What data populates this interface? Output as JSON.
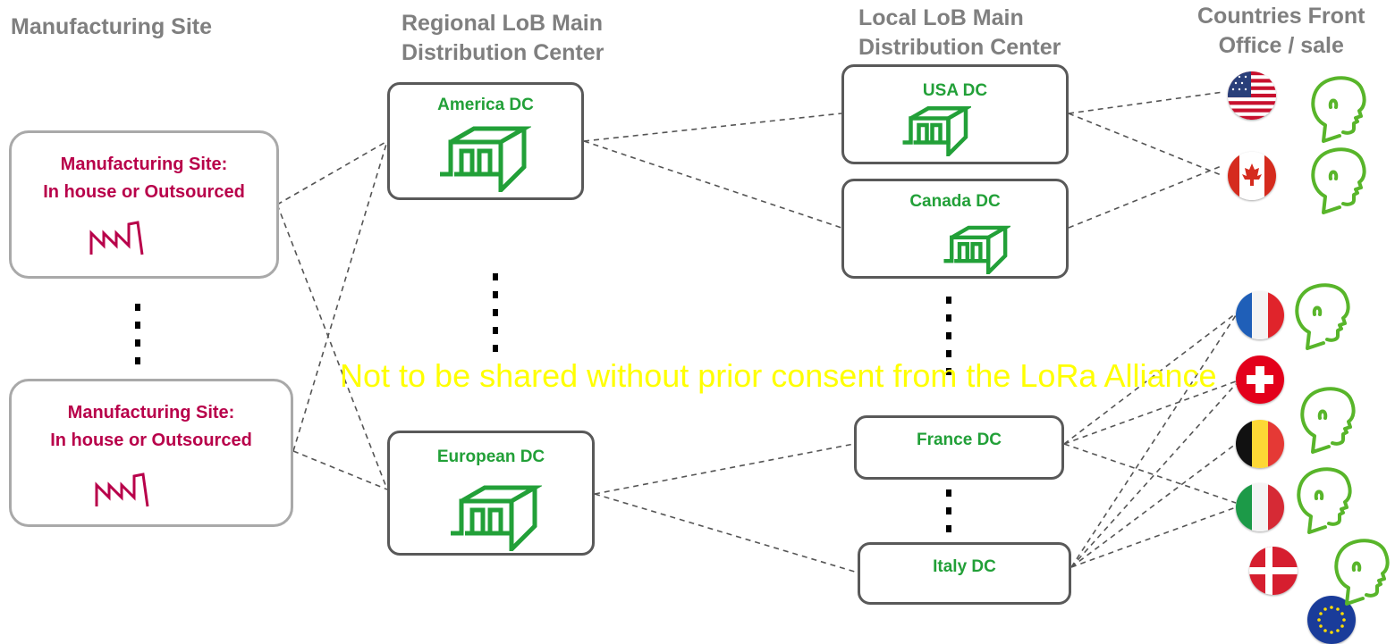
{
  "columns": {
    "manufacturing": "Manufacturing Site",
    "regional": "Regional LoB Main\nDistribution Center",
    "local": "Local LoB Main\nDistribution Center",
    "countries": "Countries Front\nOffice / sale"
  },
  "manufacturing_sites": [
    {
      "label": "Manufacturing Site:\nIn house or Outsourced"
    },
    {
      "label": "Manufacturing Site:\nIn house or Outsourced"
    }
  ],
  "regional_dcs": [
    {
      "label": "America DC"
    },
    {
      "label": "European DC"
    }
  ],
  "local_dcs": [
    {
      "label": "USA DC"
    },
    {
      "label": "Canada DC"
    },
    {
      "label": "France DC"
    },
    {
      "label": "Italy DC"
    }
  ],
  "countries": [
    "USA",
    "Canada",
    "France",
    "Switzerland",
    "Belgium",
    "Italy",
    "Denmark",
    "European Union"
  ],
  "icons": {
    "factory": "factory-icon",
    "warehouse": "warehouse-icon",
    "customer": "customer-head-icon"
  },
  "colors": {
    "manufacturing_text": "#b8004a",
    "dc_text": "#22a038",
    "heading": "#7f7f7f",
    "watermark": "#ffff00"
  },
  "watermark": "Not to be shared without prior consent from the LoRa Alliance"
}
